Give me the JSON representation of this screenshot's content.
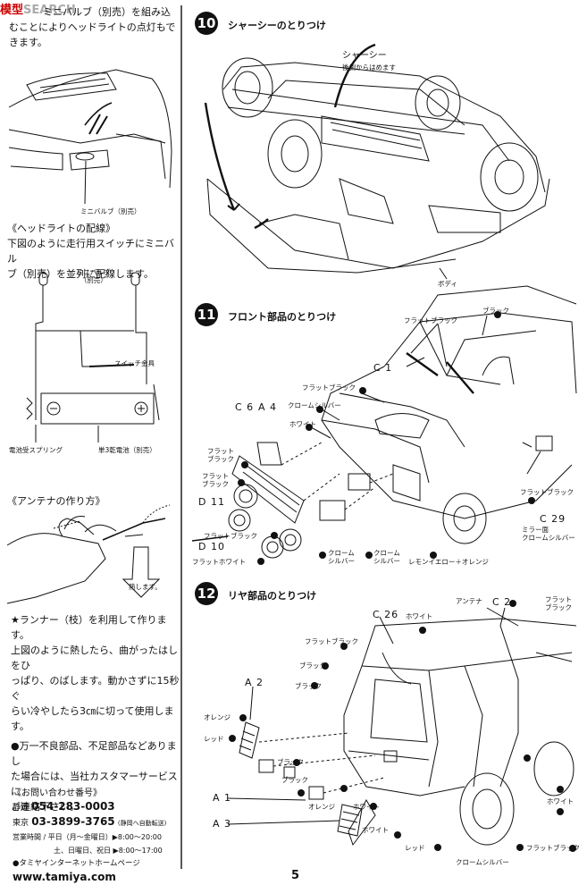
{
  "watermark": {
    "a": "模型",
    "b": "SEARCH"
  },
  "left": {
    "intro_line1": "ミニバルブ（別売）を組み込",
    "intro_line2": "むことによりヘッドライトの点灯もで",
    "intro_line3": "きます。",
    "minibulb_label": "ミニバルブ（別売）",
    "wiring_title": "《ヘッドライトの配線》",
    "wiring_line1": "下図のように走行用スイッチにミニバル",
    "wiring_line2": "ブ（別売）を並列に配線します。",
    "wiring_minibulb": "ミニバルブ",
    "wiring_minibulb2": "（別売）",
    "switch_label": "スイッチ金具",
    "spring_label": "電池受スプリング",
    "battery_label": "単3乾電池（別売）",
    "antenna_title": "《アンテナの作り方》",
    "heat_label": "熱します。",
    "antenna_line1": "★ランナー（枝）を利用して作ります。",
    "antenna_line2": "上図のように熱したら、曲がったはしをひ",
    "antenna_line3": "っぱり、のばします。動かさずに15秒ぐ",
    "antenna_line4": "らい冷やしたら3㎝に切って使用します。",
    "support_line1": "●万一不良部品、不足部品などありまし",
    "support_line2": "た場合には、当社カスタマーサービスに",
    "support_line3": "ご連絡下さい。",
    "contact_title": "《お問い合わせ番号》",
    "shizuoka_label": "静岡",
    "shizuoka_tel": "054-283-0003",
    "tokyo_label": "東京",
    "tokyo_tel": "03-3899-3765",
    "tokyo_note": "(静岡へ自動転送)",
    "hours1": "営業時間 / 平日（月〜金曜日）▶8:00〜20:00",
    "hours2": "土、日曜日、祝日 ▶8:00〜17:00",
    "web_label": "●タミヤインターネットホームページ",
    "url": "www.tamiya.com"
  },
  "step10": {
    "num": "10",
    "title": "シャーシーのとりつけ",
    "chassis": "シャーシー",
    "chassis_note": "後側からはめます",
    "body": "ボディ"
  },
  "step11": {
    "num": "11",
    "title": "フロント部品のとりつけ",
    "black": "ブラック",
    "flat_black1": "フラットブラック",
    "c1": "C 1",
    "flat_black2": "フラットブラック",
    "chrome_silver": "クロームシルバー",
    "white": "ホワイト",
    "c6": "C 6",
    "a4": "A 4",
    "flat_black3a": "フラット",
    "flat_black3b": "ブラック",
    "flat_black4a": "フラット",
    "flat_black4b": "ブラック",
    "d11": "D 11",
    "flat_black5": "フラットブラック",
    "d10": "D 10",
    "flat_white": "フラットホワイト",
    "chrome_silver2a": "クローム",
    "chrome_silver2b": "シルバー",
    "chrome_silver3a": "クローム",
    "chrome_silver3b": "シルバー",
    "lemon_orange": "レモンイエロー＋オレンジ",
    "flat_black6": "フラットブラック",
    "c29": "C 29",
    "mirror1": "ミラー面",
    "mirror2": "クロームシルバー"
  },
  "step12": {
    "num": "12",
    "title": "リヤ部品のとりつけ",
    "antenna": "アンテナ",
    "c2": "C 2",
    "flat_black_a": "フラット",
    "flat_black_b": "ブラック",
    "c26": "C 26",
    "white1": "ホワイト",
    "flat_black1": "フラットブラック",
    "black1": "ブラック",
    "black2": "ブラック",
    "a2": "A 2",
    "orange1": "オレンジ",
    "red1": "レッド",
    "black3": "ブラック",
    "a1": "A 1",
    "black4": "ブラック",
    "orange2": "オレンジ",
    "white2": "ホワイト",
    "white3": "ホワイト",
    "a3": "A 3",
    "red2": "レッド",
    "chrome_silver": "クロームシルバー",
    "flat_black2": "フラットブラック",
    "white4": "ホワイト"
  },
  "page_number": "5"
}
